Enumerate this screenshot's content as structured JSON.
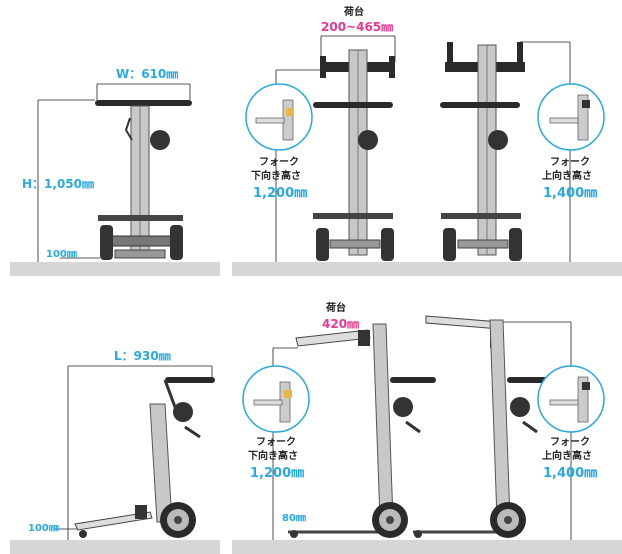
{
  "panel_top_left": {
    "width_label": "W：610㎜",
    "height_label": "H：1,050㎜",
    "base_label": "100㎜"
  },
  "panel_top_right": {
    "load_title": "荷台",
    "load_range": "200~465㎜",
    "fork_down_title_1": "フォーク",
    "fork_down_title_2": "下向き高さ",
    "fork_down_value": "1,200㎜",
    "fork_up_title_1": "フォーク",
    "fork_up_title_2": "上向き高さ",
    "fork_up_value": "1,400㎜"
  },
  "panel_bottom_left": {
    "length_label": "L：930㎜",
    "base_label": "100㎜"
  },
  "panel_bottom_right": {
    "load_title": "荷台",
    "load_value": "420㎜",
    "base_label": "80㎜",
    "fork_down_title_1": "フォーク",
    "fork_down_title_2": "下向き高さ",
    "fork_down_value": "1,200㎜",
    "fork_up_title_1": "フォーク",
    "fork_up_title_2": "上向き高さ",
    "fork_up_value": "1,400㎜"
  },
  "colors": {
    "dimension_blue": "#29a9e1",
    "load_pink": "#e23b8f",
    "ground_gray": "#d6d6d6",
    "frame_gray": "#c8c8c8",
    "dark": "#2a2a2a"
  }
}
